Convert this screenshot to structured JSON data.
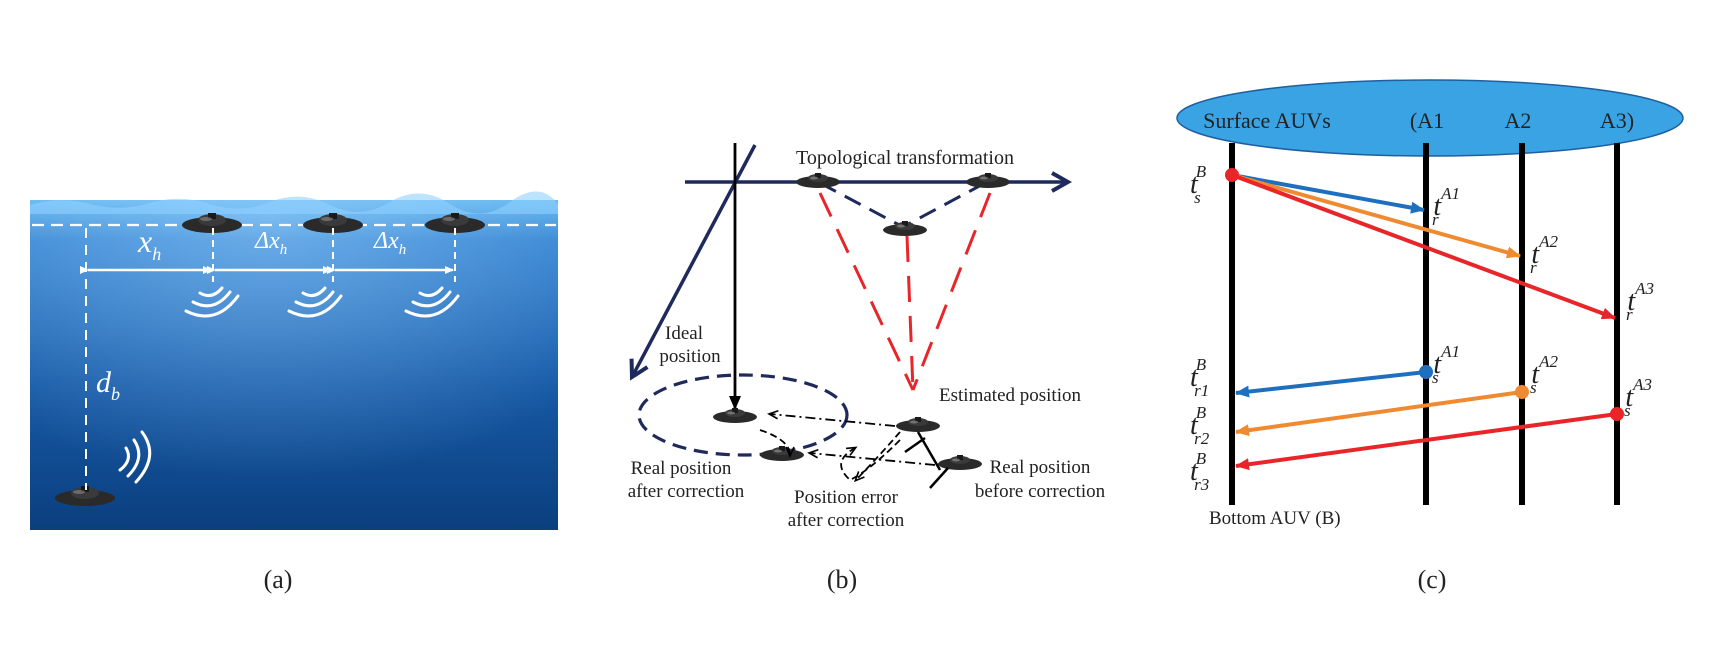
{
  "panels": {
    "a": {
      "caption": "(a)",
      "x_h_label": "x",
      "x_h_sub": "h",
      "dx1_label": "Δx",
      "dx1_sub": "h",
      "dx2_label": "Δx",
      "dx2_sub": "h",
      "d_b_label": "d",
      "d_b_sub": "b"
    },
    "b": {
      "caption": "(b)",
      "title": "Topological transformation",
      "ideal_1": "Ideal",
      "ideal_2": "position",
      "estimated": "Estimated position",
      "real_after_1": "Real position",
      "real_after_2": "after correction",
      "error_1": "Position error",
      "error_2": "after correction",
      "real_before_1": "Real position",
      "real_before_2": "before correction"
    },
    "c": {
      "caption": "(c)",
      "surface": "Surface AUVs",
      "a1": "(A1",
      "a2": "A2",
      "a3": "A3)",
      "bottom": "Bottom AUV (B)",
      "ts_b": "t",
      "ts_b_sup": "B",
      "ts_b_sub": "s",
      "tr_a1": "t",
      "tr_a1_sup": "A1",
      "tr_a1_sub": "r",
      "tr_a2": "t",
      "tr_a2_sup": "A2",
      "tr_a2_sub": "r",
      "tr_a3": "t",
      "tr_a3_sup": "A3",
      "tr_a3_sub": "r",
      "ts_a1": "t",
      "ts_a1_sup": "A1",
      "ts_a1_sub": "s",
      "ts_a2": "t",
      "ts_a2_sup": "A2",
      "ts_a2_sub": "s",
      "ts_a3": "t",
      "ts_a3_sup": "A3",
      "ts_a3_sub": "s",
      "tr1_b": "t",
      "tr1_b_sup": "B",
      "tr1_b_sub": "r1",
      "tr2_b": "t",
      "tr2_b_sup": "B",
      "tr2_b_sub": "r2",
      "tr3_b": "t",
      "tr3_b_sup": "B",
      "tr3_b_sub": "r3"
    }
  },
  "colors": {
    "navy": "#1f2a5c",
    "red": "#e8262a",
    "blue": "#1f6fbf",
    "orange": "#f08a30",
    "ellipse_fill": "#3aa3e3",
    "water_top": "#4aa3e6",
    "water_bottom": "#0b3a7a"
  }
}
